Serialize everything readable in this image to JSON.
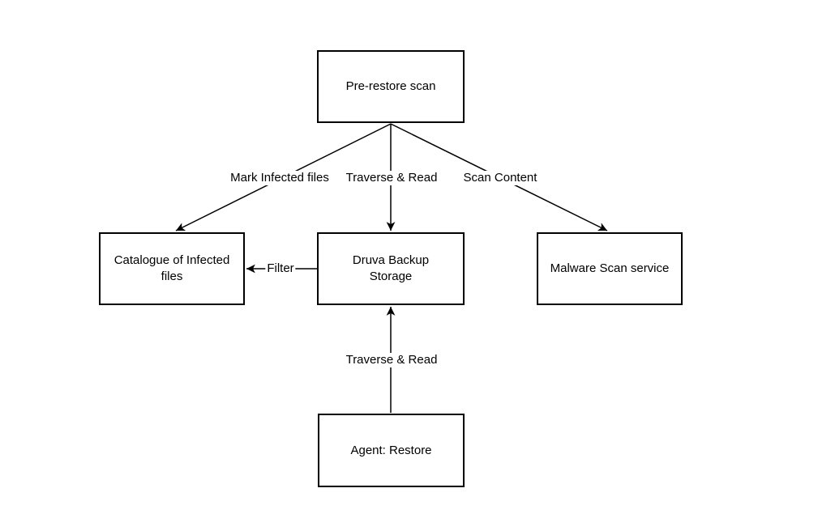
{
  "diagram": {
    "background_color": "#ffffff",
    "stroke_color": "#000000",
    "node_fill_color": "#ffffff",
    "text_color": "#000000",
    "nodes": {
      "pre_restore": {
        "label": "Pre-restore scan"
      },
      "catalogue": {
        "label": "Catalogue of Infected files"
      },
      "druva": {
        "label": "Druva Backup Storage"
      },
      "malware": {
        "label": "Malware Scan service"
      },
      "agent": {
        "label": "Agent: Restore"
      }
    },
    "edges": {
      "pre_restore_to_catalogue": {
        "label": "Mark Infected files",
        "from": "Pre-restore scan",
        "to": "Catalogue of Infected files"
      },
      "pre_restore_to_druva": {
        "label": "Traverse & Read",
        "from": "Pre-restore scan",
        "to": "Druva Backup Storage"
      },
      "pre_restore_to_malware": {
        "label": "Scan Content",
        "from": "Pre-restore scan",
        "to": "Malware Scan service"
      },
      "druva_to_catalogue": {
        "label": "Filter",
        "from": "Druva Backup Storage",
        "to": "Catalogue of Infected files"
      },
      "agent_to_druva": {
        "label": "Traverse & Read",
        "from": "Agent: Restore",
        "to": "Druva Backup Storage"
      }
    }
  }
}
